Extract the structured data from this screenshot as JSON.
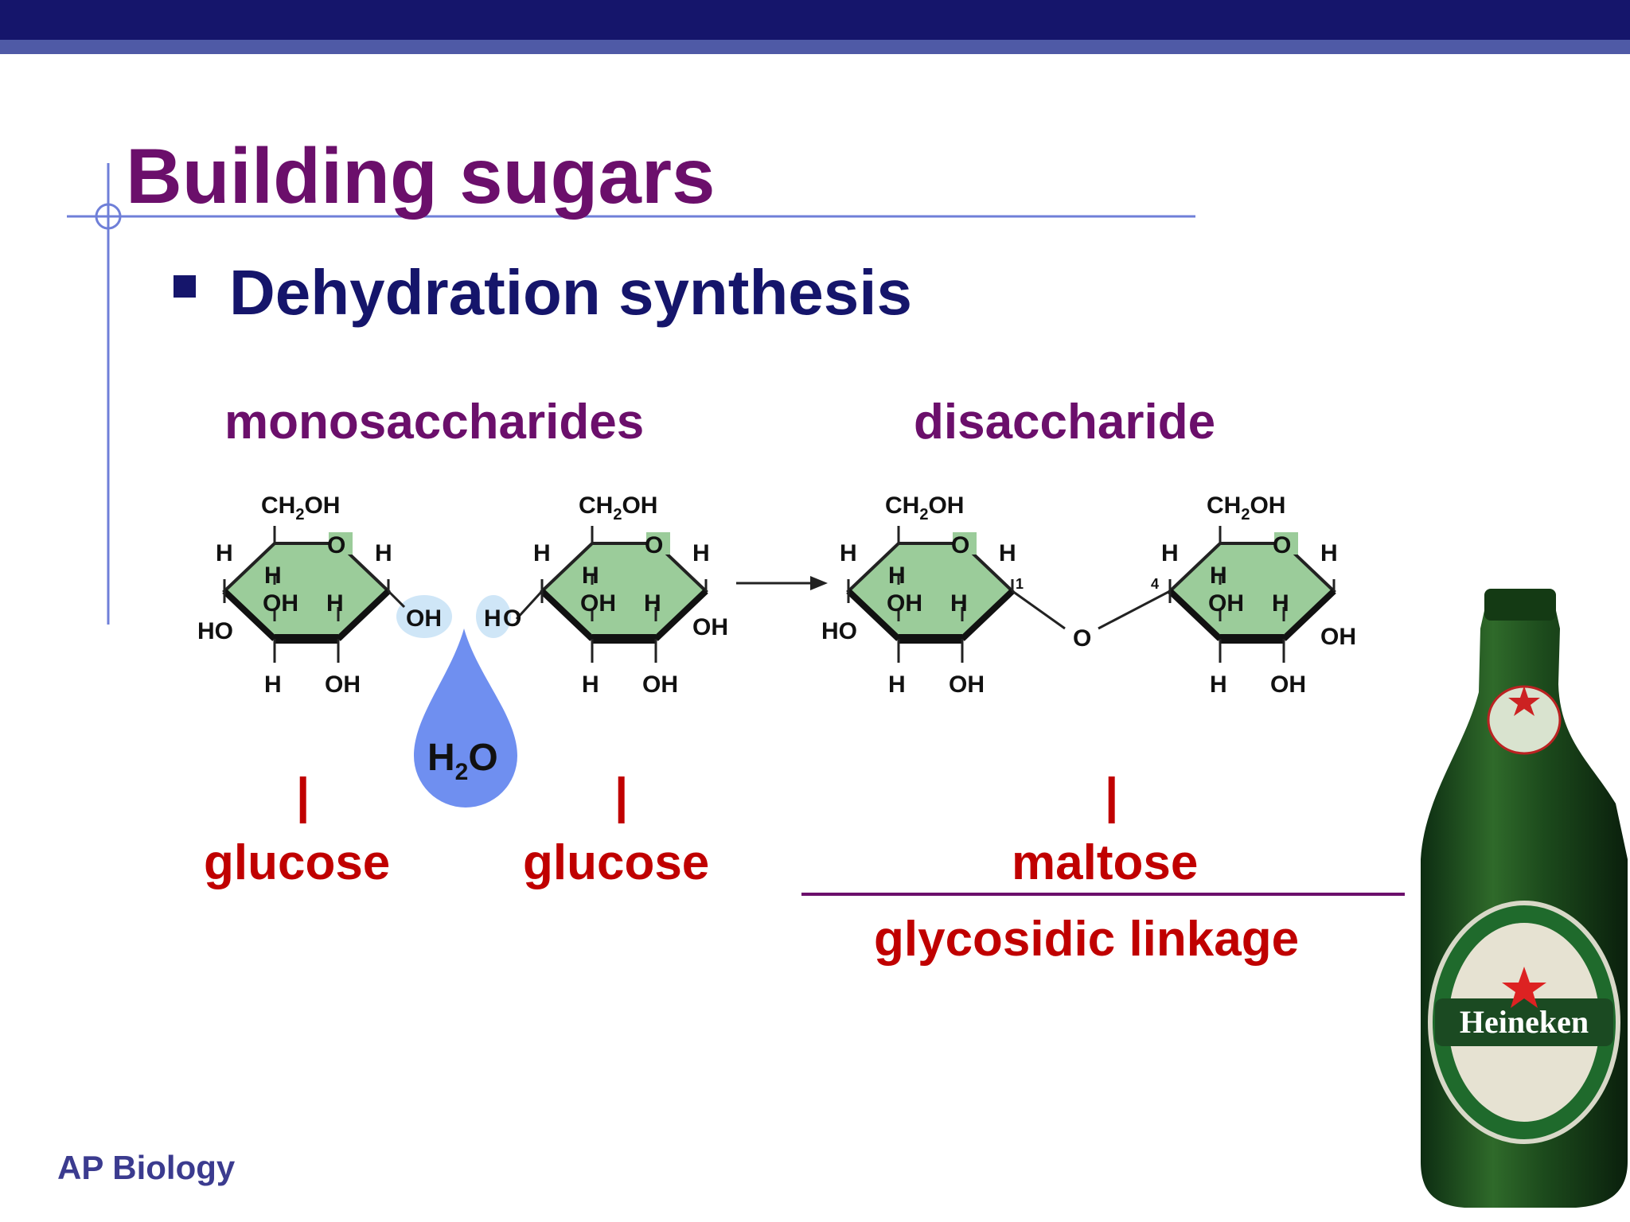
{
  "slide": {
    "title": "Building sugars",
    "bullet": "Dehydration synthesis",
    "footer": "AP Biology"
  },
  "diagram": {
    "left_heading": "monosaccharides",
    "right_heading": "disaccharide",
    "water_label_main": "H",
    "water_label_sub": "2",
    "water_label_end": "O",
    "labels": {
      "glucose_1": "glucose",
      "glucose_2": "glucose",
      "product": "maltose",
      "bond": "glycosidic linkage",
      "tick_1": "|",
      "tick_2": "|",
      "tick_3": "|"
    },
    "atoms": {
      "ch2oh_main": "CH",
      "ch2oh_sub": "2",
      "ch2oh_end": "OH",
      "h": "H",
      "oh": "OH",
      "ho": "HO",
      "o": "O",
      "carbon_1": "1",
      "carbon_4": "4"
    }
  },
  "colors": {
    "title": "#6b0f6b",
    "bullet": "#15156b",
    "red_label": "#c00000",
    "ring_fill": "#9bcc9a",
    "water_drop": "#6f8ff0",
    "highlight": "#cfe6f7"
  },
  "icons": [
    "crosshair-icon",
    "square-bullet-icon",
    "water-drop-icon",
    "beer-bottle-image"
  ]
}
